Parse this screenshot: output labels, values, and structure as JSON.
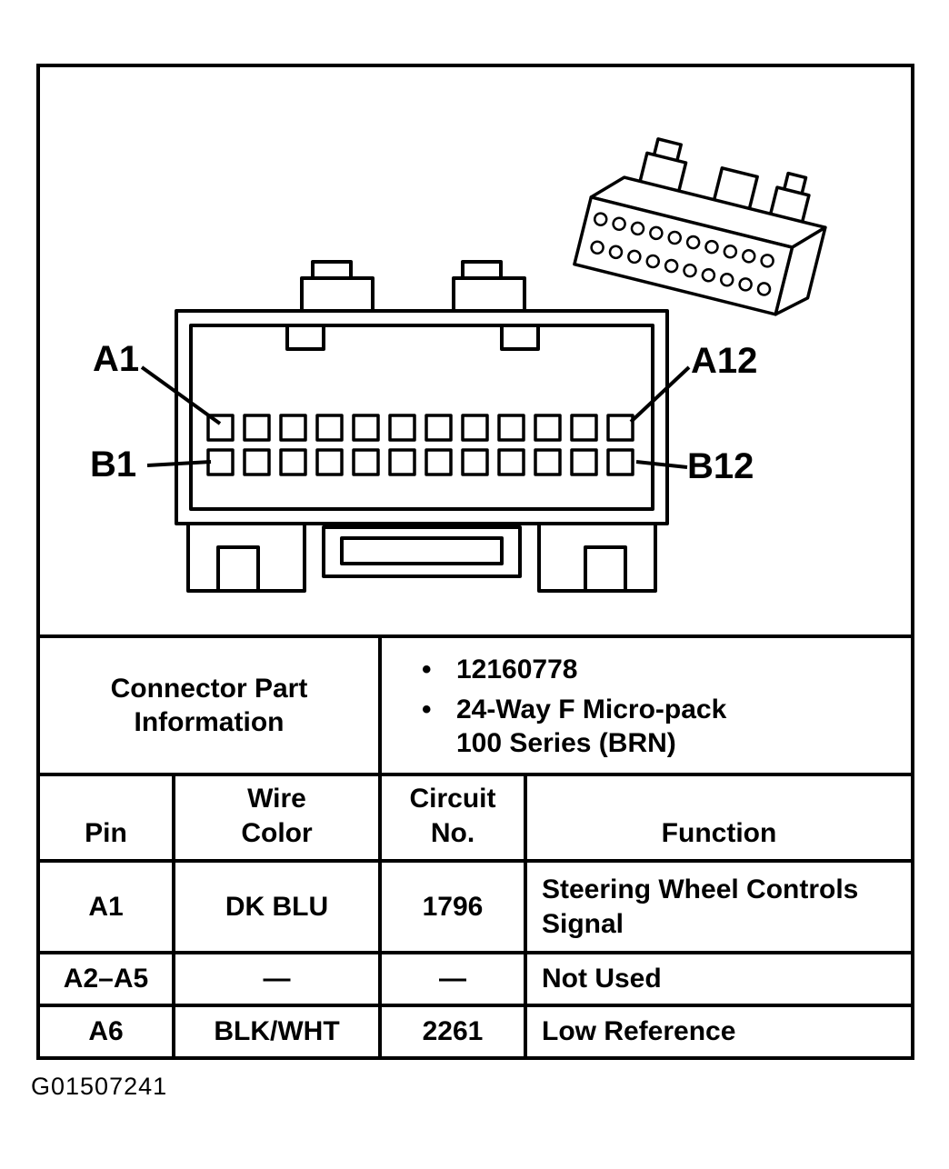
{
  "diagram": {
    "pin_labels": {
      "a1": "A1",
      "a12": "A12",
      "b1": "B1",
      "b12": "B12"
    }
  },
  "table": {
    "part_info": {
      "label": "Connector Part\nInformation",
      "bullet_char": "•",
      "items": [
        "12160778",
        "24-Way F Micro-pack\n100 Series (BRN)"
      ]
    },
    "headers": {
      "pin": "Pin",
      "wire_color": "Wire\nColor",
      "circuit_no": "Circuit\nNo.",
      "function": "Function"
    },
    "rows": [
      {
        "pin": "A1",
        "wire_color": "DK BLU",
        "circuit_no": "1796",
        "function": "Steering Wheel Controls\nSignal"
      },
      {
        "pin": "A2–A5",
        "wire_color": "—",
        "circuit_no": "—",
        "function": "Not Used"
      },
      {
        "pin": "A6",
        "wire_color": "BLK/WHT",
        "circuit_no": "2261",
        "function": "Low Reference"
      }
    ]
  },
  "footer": {
    "figure_id": "G01507241"
  }
}
